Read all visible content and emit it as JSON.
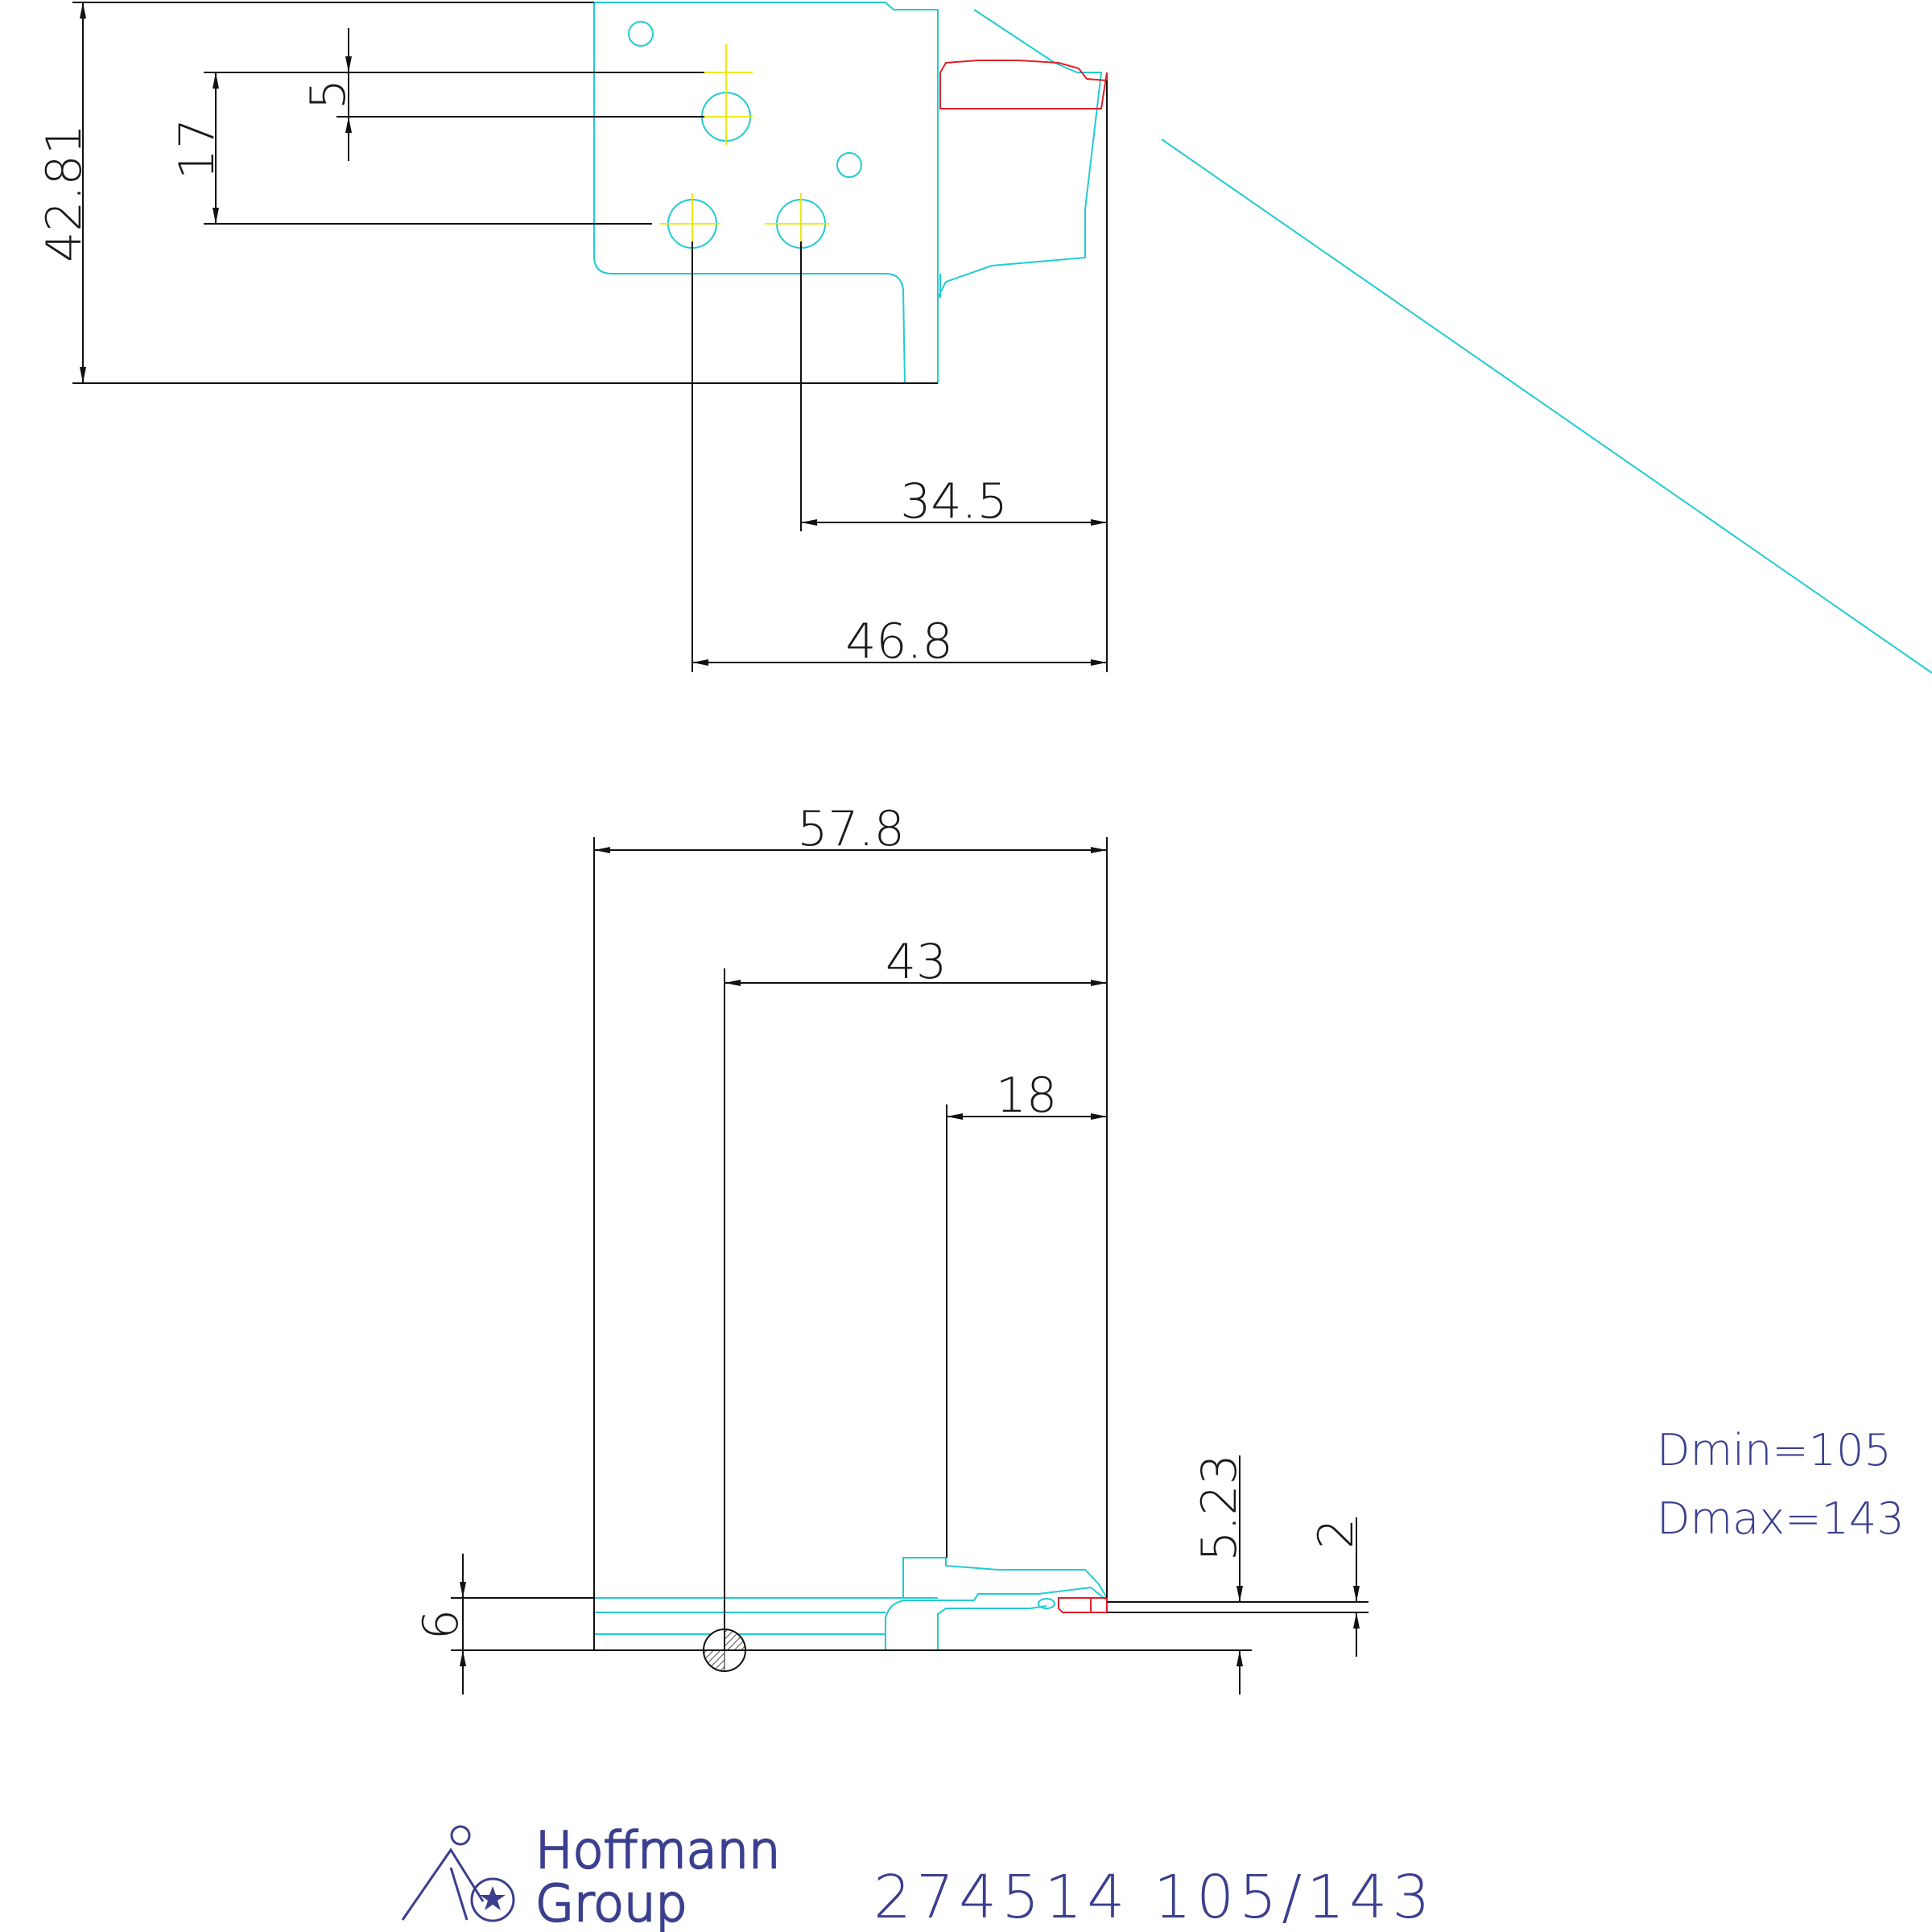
{
  "dimensions": {
    "top_height": "42.81",
    "top_hole_offset": "17",
    "top_small_offset": "5",
    "top_dist_a": "34.5",
    "top_dist_b": "46.8",
    "bottom_overall": "57.8",
    "bottom_mid": "43",
    "bottom_short": "18",
    "bottom_shank": "6",
    "bottom_depth": "5.23",
    "bottom_width": "2"
  },
  "notes": {
    "dmin": "Dmin=105",
    "dmax": "Dmax=143"
  },
  "title_block": {
    "brand_line1": "Hoffmann",
    "brand_line2": "Group",
    "part_code": "274514 105/143"
  },
  "colors": {
    "outline": "#22cbd0",
    "dimension": "#111111",
    "insert": "#e0202a",
    "centerline": "#e8e800",
    "brand": "#3b3f8f"
  }
}
